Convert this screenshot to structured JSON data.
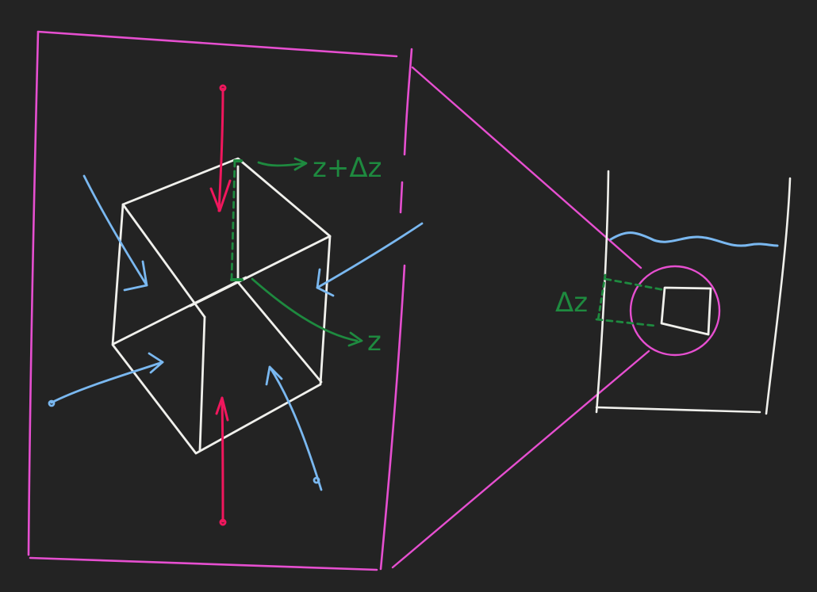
{
  "colors": {
    "background": "#232323",
    "frame": "#e64fd0",
    "cube": "#f0f0ec",
    "vertical_arrow": "#f0175d",
    "side_arrow": "#7ab8f0",
    "annotation": "#1e8a3f",
    "water": "#7ab8f0",
    "container": "#f0f0ec"
  },
  "labels": {
    "top_height": "z+Δz",
    "bottom_height": "z",
    "thickness": "Δz"
  }
}
